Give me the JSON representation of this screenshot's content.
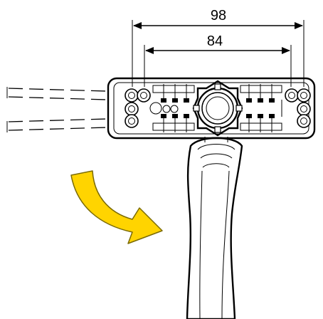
{
  "dimensions": {
    "outer": {
      "label": "98"
    },
    "inner": {
      "label": "84"
    }
  },
  "colors": {
    "arrow_fill": "#FFD400",
    "arrow_stroke": "#7A6A00",
    "line": "#000000",
    "background": "#FFFFFF"
  },
  "icons": {
    "rotation_arrow": "curved-arrow-icon",
    "swing_path": "dashed-swing-path"
  }
}
